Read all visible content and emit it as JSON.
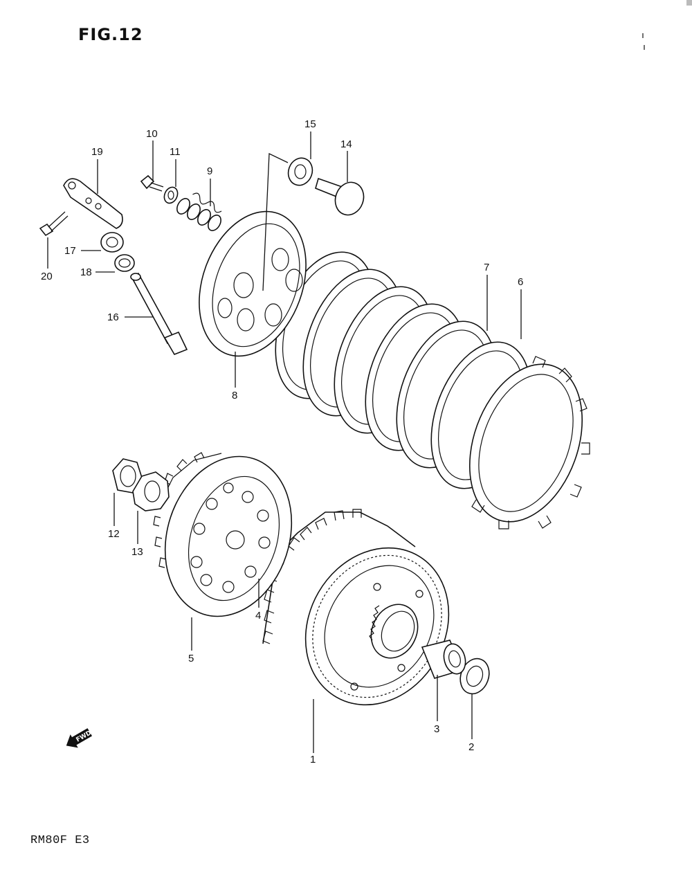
{
  "figure": {
    "title": "FIG.12",
    "model": "RM80F E3",
    "fwd_badge": "FWD"
  },
  "callouts": [
    {
      "id": "1",
      "label": "1"
    },
    {
      "id": "2",
      "label": "2"
    },
    {
      "id": "3",
      "label": "3"
    },
    {
      "id": "4",
      "label": "4"
    },
    {
      "id": "5",
      "label": "5"
    },
    {
      "id": "6",
      "label": "6"
    },
    {
      "id": "7",
      "label": "7"
    },
    {
      "id": "8",
      "label": "8"
    },
    {
      "id": "9",
      "label": "9"
    },
    {
      "id": "10",
      "label": "10"
    },
    {
      "id": "11",
      "label": "11"
    },
    {
      "id": "12",
      "label": "12"
    },
    {
      "id": "13",
      "label": "13"
    },
    {
      "id": "14",
      "label": "14"
    },
    {
      "id": "15",
      "label": "15"
    },
    {
      "id": "16",
      "label": "16"
    },
    {
      "id": "17",
      "label": "17"
    },
    {
      "id": "18",
      "label": "18"
    },
    {
      "id": "19",
      "label": "19"
    },
    {
      "id": "20",
      "label": "20"
    }
  ]
}
